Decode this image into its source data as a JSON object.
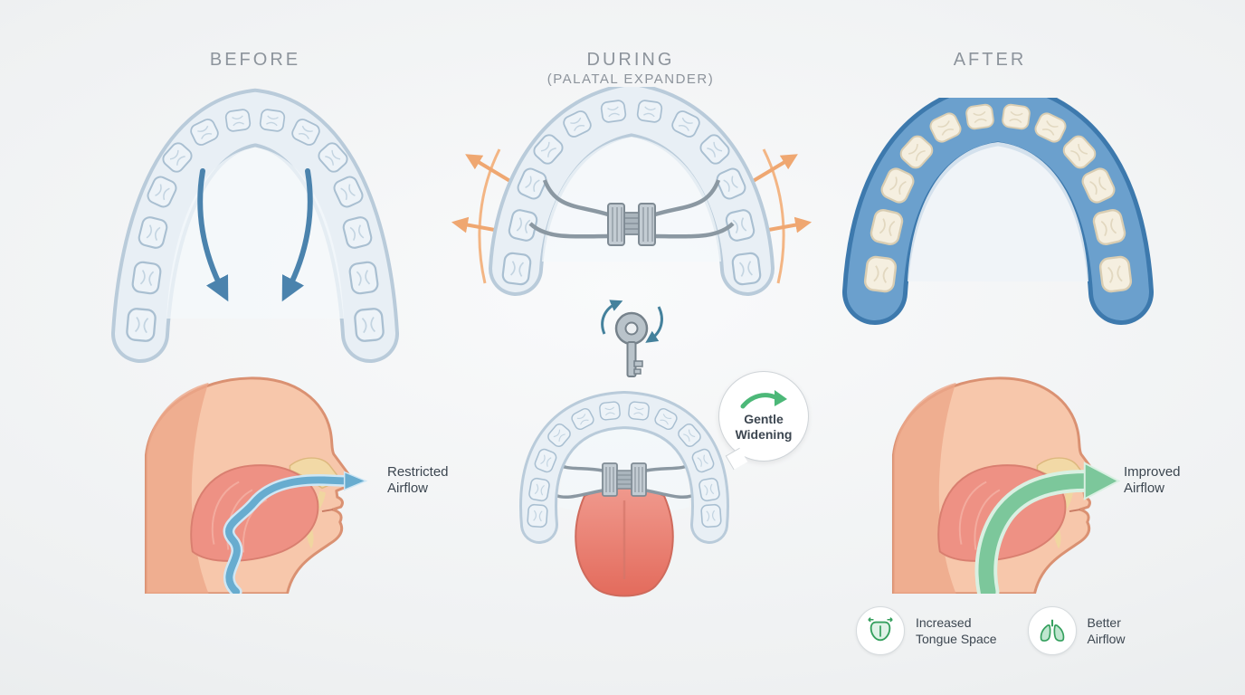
{
  "columns": {
    "before": {
      "title": "BEFORE"
    },
    "during": {
      "title": "DURING",
      "subtitle": "(PALATAL EXPANDER)"
    },
    "after": {
      "title": "AFTER"
    }
  },
  "annotations": {
    "restricted_airflow": "Restricted\nAirflow",
    "gentle_widening": "Gentle\nWidening",
    "improved_airflow": "Improved\nAirflow"
  },
  "legend": {
    "items": [
      {
        "icon": "tongue-icon",
        "label": "Increased\nTongue Space"
      },
      {
        "icon": "lungs-icon",
        "label": "Better\nAirflow"
      }
    ]
  },
  "colors": {
    "heading": "#8d949c",
    "label_text": "#3c4650",
    "pressure_blue": "#4b83ad",
    "expansion_orange": "#efa771",
    "airflow_blue": "#68accf",
    "airflow_green": "#7cc79b",
    "accent_green": "#4cb878",
    "gum_blue": "#5d95c7",
    "tooth_cream": "#f5efe0",
    "skin": "#f7c7ab",
    "mouth_pink": "#ee9184"
  }
}
